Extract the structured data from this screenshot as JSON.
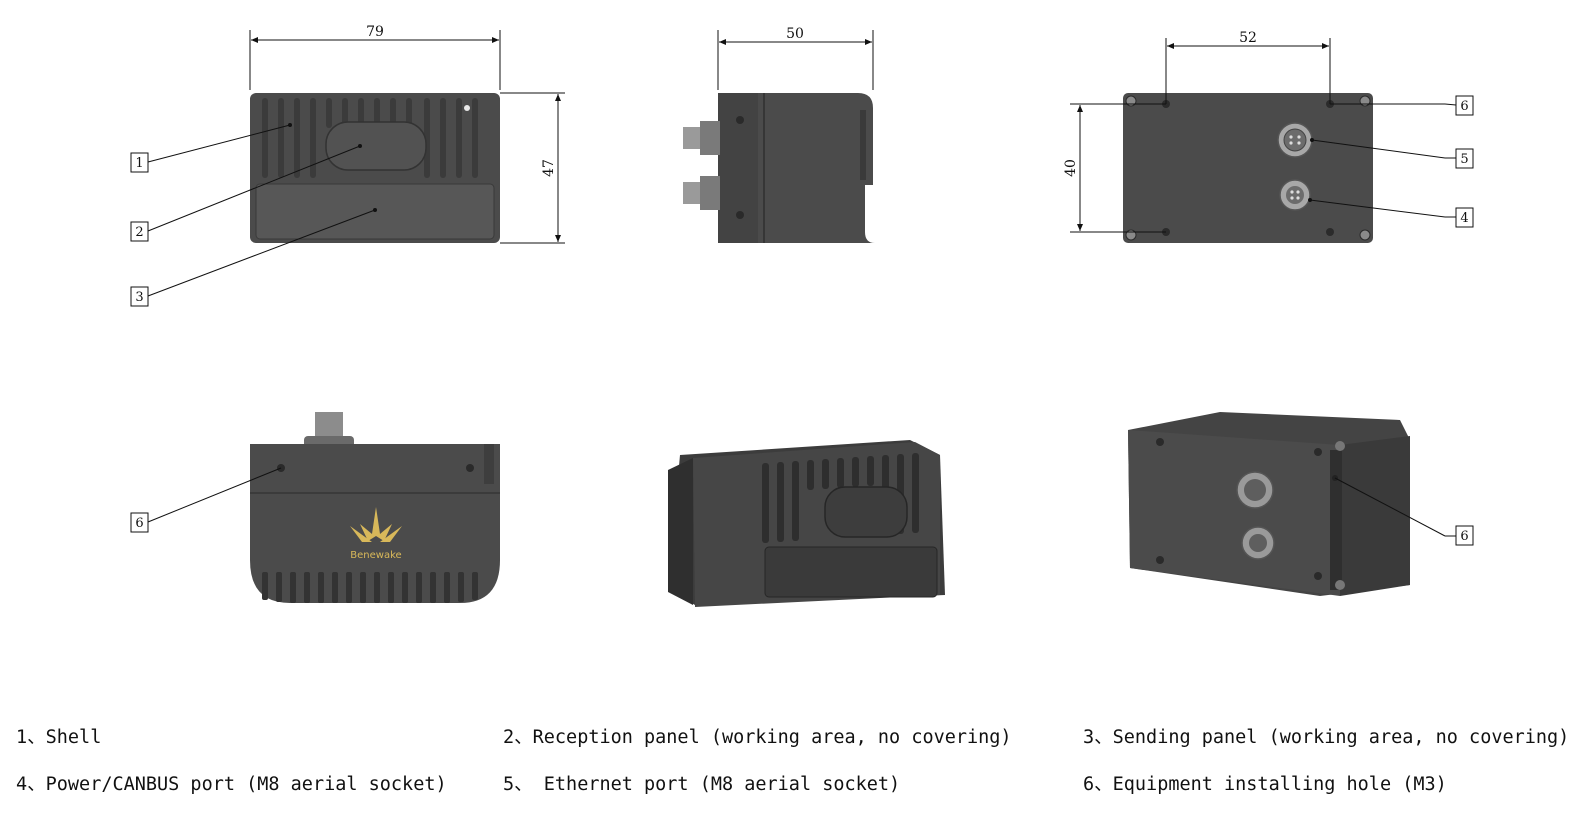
{
  "dimensions": {
    "front_width": "79",
    "front_height": "47",
    "side_width": "50",
    "back_hole_spacing_h": "52",
    "back_hole_spacing_v": "40"
  },
  "callouts": {
    "shell": "1",
    "reception_panel": "2",
    "sending_panel": "3",
    "power_canbus_port": "4",
    "ethernet_port": "5",
    "installing_hole": "6"
  },
  "brand": "Benewake",
  "legend": [
    {
      "text": "1、Shell"
    },
    {
      "text": "2、Reception panel (working area, no covering)"
    },
    {
      "text": "3、Sending panel (working area, no covering)"
    },
    {
      "text": "4、Power/CANBUS port (M8 aerial socket)"
    },
    {
      "text": "5、 Ethernet port (M8 aerial socket)"
    },
    {
      "text": "6、Equipment installing hole (M3)"
    }
  ],
  "colors": {
    "body": "#4d4d4d",
    "body_dark": "#3a3a3a",
    "body_light": "#5c5c5c",
    "line": "#111111",
    "logo": "#d8b85a"
  }
}
